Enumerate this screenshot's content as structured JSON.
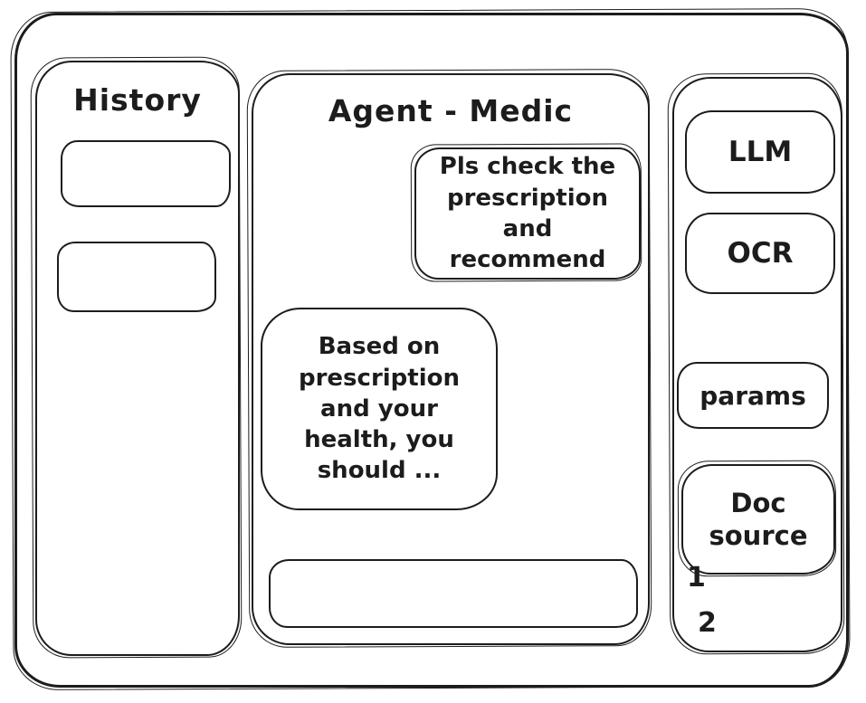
{
  "colors": {
    "stroke": "#1c1c1c",
    "background": "#ffffff"
  },
  "sidebar": {
    "title": "History"
  },
  "chat": {
    "title": "Agent - Medic",
    "messages": [
      {
        "role": "user",
        "text": "Pls check the\nprescription\nand recommend"
      },
      {
        "role": "assistant",
        "text": "Based on\nprescription\nand your\nhealth, you\nshould ..."
      }
    ],
    "input": {
      "value": "",
      "placeholder": ""
    }
  },
  "tools": {
    "buttons": [
      {
        "label": "LLM"
      },
      {
        "label": "OCR"
      },
      {
        "label": "params"
      },
      {
        "label": "Doc\nsource"
      }
    ],
    "doc_items": [
      "1",
      "2"
    ]
  }
}
